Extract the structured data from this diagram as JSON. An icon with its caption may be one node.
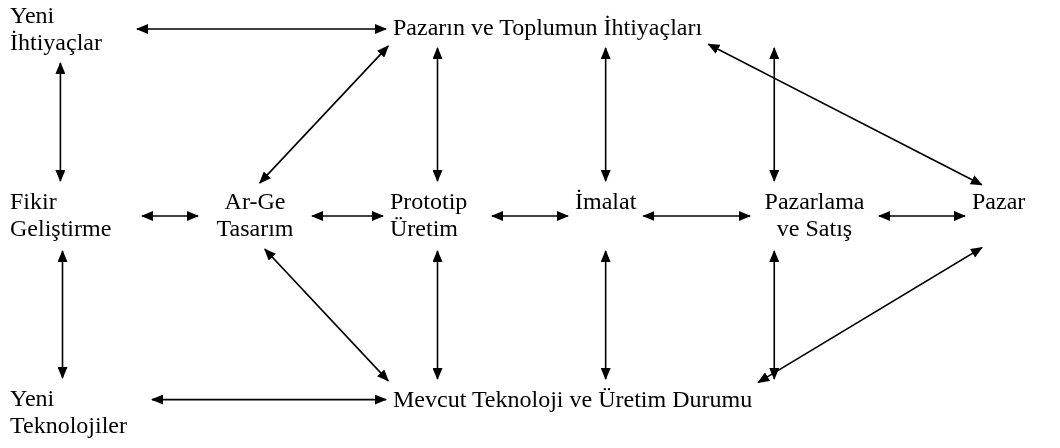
{
  "diagram": {
    "nodes": [
      {
        "text": [
          "Yeni İhtiyaçlar"
        ]
      },
      {
        "text": [
          "Pazarın ve Toplumun İhtiyaçları"
        ]
      },
      {
        "text": [
          "Fikir Geliştirme"
        ]
      },
      {
        "text": [
          "Ar-Ge Tasarım"
        ]
      },
      {
        "text": [
          "Prototip Üretim"
        ]
      },
      {
        "text": [
          "İmalat"
        ]
      },
      {
        "text": [
          "Pazarlama ve Satış"
        ]
      },
      {
        "text": [
          "Pazar"
        ]
      },
      {
        "text": [
          "Yeni Teknolojiler"
        ]
      },
      {
        "text": [
          "Mevcut Teknoloji ve Üretim Durumu"
        ]
      }
    ],
    "edges": [
      {
        "from": 0,
        "to": 1,
        "arrow": "both"
      },
      {
        "from": 3,
        "to": 1,
        "arrow": "both"
      },
      {
        "from": 4,
        "to": 1,
        "arrow": "both"
      },
      {
        "from": 5,
        "to": 1,
        "arrow": "both"
      },
      {
        "from": 6,
        "to": 1,
        "arrow": "both"
      },
      {
        "from": 1,
        "to": 7,
        "arrow": "both"
      },
      {
        "from": 0,
        "to": 2,
        "arrow": "both"
      },
      {
        "from": 2,
        "to": 3,
        "arrow": "both"
      },
      {
        "from": 3,
        "to": 4,
        "arrow": "both"
      },
      {
        "from": 4,
        "to": 5,
        "arrow": "both"
      },
      {
        "from": 5,
        "to": 6,
        "arrow": "both"
      },
      {
        "from": 6,
        "to": 7,
        "arrow": "both"
      },
      {
        "from": 2,
        "to": 8,
        "arrow": "both"
      },
      {
        "from": 3,
        "to": 9,
        "arrow": "both"
      },
      {
        "from": 4,
        "to": 9,
        "arrow": "both"
      },
      {
        "from": 5,
        "to": 9,
        "arrow": "both"
      },
      {
        "from": 6,
        "to": 9,
        "arrow": "both"
      },
      {
        "from": 7,
        "to": 9,
        "arrow": "both"
      },
      {
        "from": 8,
        "to": 9,
        "arrow": "both"
      }
    ]
  }
}
